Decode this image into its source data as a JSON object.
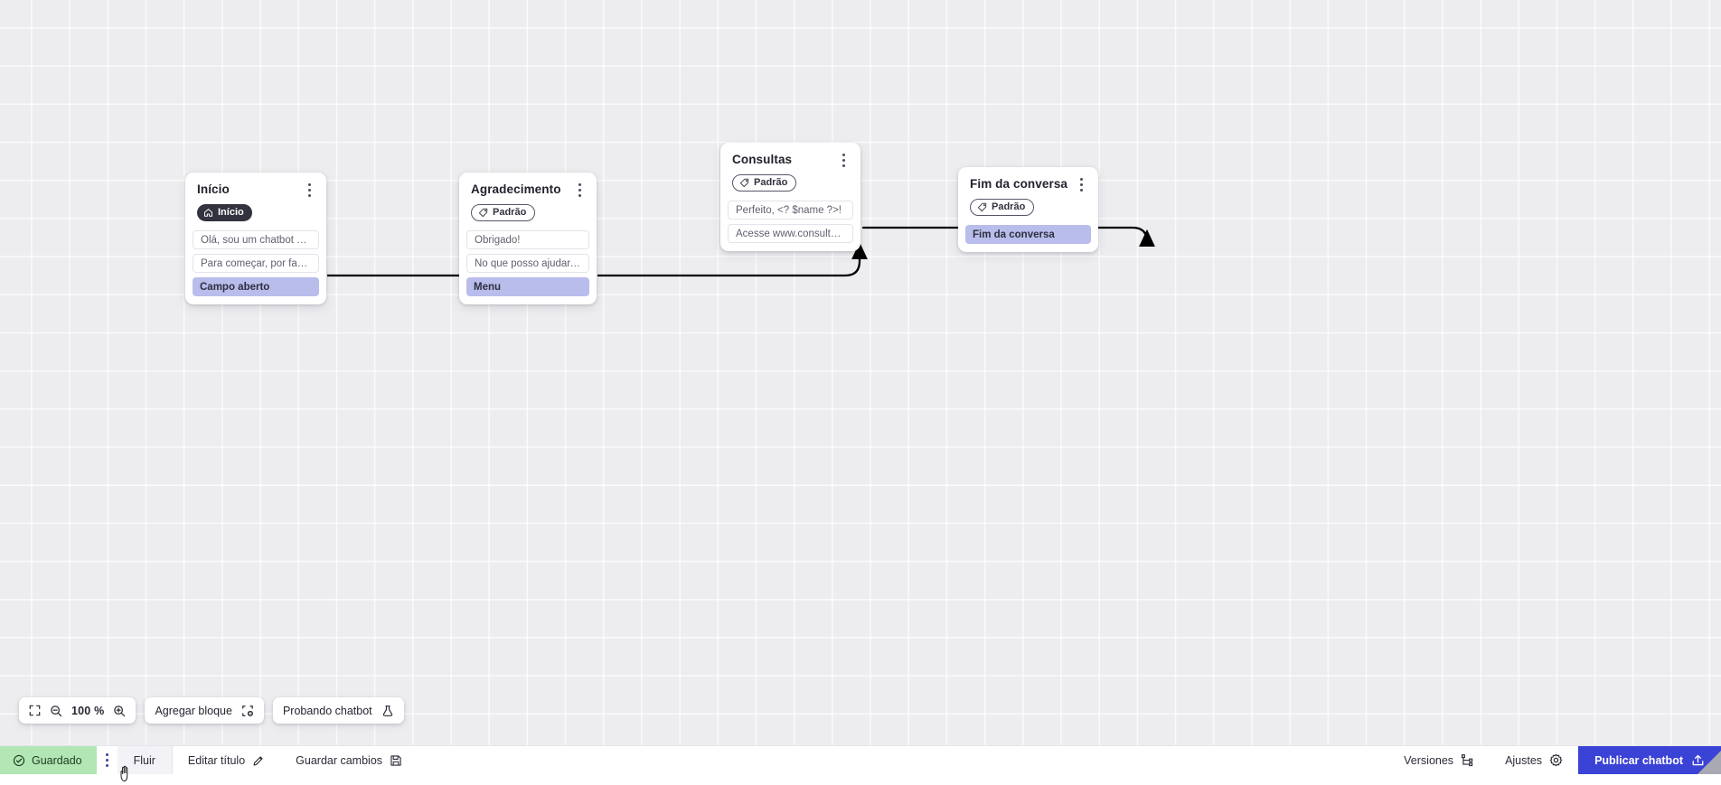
{
  "canvas": {
    "nodes": [
      {
        "id": "inicio",
        "title": "Início",
        "badge": {
          "label": "Início",
          "icon": "home-icon",
          "style": "dark"
        },
        "rows": [
          {
            "text": "Olá, sou um chatbot de teste!",
            "style": "message"
          },
          {
            "text": "Para começar, por favor digite o ...",
            "style": "message"
          },
          {
            "text": "Campo aberto",
            "style": "highlight"
          }
        ]
      },
      {
        "id": "agradecimento",
        "title": "Agradecimento",
        "badge": {
          "label": "Padrão",
          "icon": "tag-icon",
          "style": "outline"
        },
        "rows": [
          {
            "text": "Obrigado!",
            "style": "message"
          },
          {
            "text": "No que posso ajudar, <? $name ...",
            "style": "message"
          },
          {
            "text": "Menu",
            "style": "highlight"
          }
        ]
      },
      {
        "id": "consultas",
        "title": "Consultas",
        "badge": {
          "label": "Padrão",
          "icon": "tag-icon",
          "style": "outline"
        },
        "rows": [
          {
            "text": "Perfeito, <? $name ?>!",
            "style": "message"
          },
          {
            "text": "Acesse www.consultas.com par...",
            "style": "message"
          }
        ]
      },
      {
        "id": "fim",
        "title": "Fim da conversa",
        "badge": {
          "label": "Padrão",
          "icon": "tag-icon",
          "style": "outline"
        },
        "rows": [
          {
            "text": "Fim da conversa",
            "style": "highlight"
          }
        ]
      }
    ]
  },
  "toolbar": {
    "fit_icon": "fit-screen-icon",
    "zoom_out_icon": "zoom-out-icon",
    "zoom_level": "100 %",
    "zoom_in_icon": "zoom-in-icon",
    "add_block_label": "Agregar bloque",
    "add_block_icon": "add-block-icon",
    "test_chatbot_label": "Probando chatbot",
    "test_chatbot_icon": "flask-icon"
  },
  "statusbar": {
    "saved_label": "Guardado",
    "saved_icon": "check-circle-icon",
    "menu_icon": "kebab-menu-icon",
    "tab_flow_label": "Fluir",
    "edit_title_label": "Editar título",
    "edit_title_icon": "pencil-icon",
    "save_changes_label": "Guardar cambios",
    "save_changes_icon": "floppy-disk-icon",
    "versions_label": "Versiones",
    "versions_icon": "branch-icon",
    "settings_label": "Ajustes",
    "settings_icon": "gear-icon",
    "publish_label": "Publicar chatbot",
    "publish_icon": "upload-icon"
  },
  "colors": {
    "canvas_bg": "#ededf0",
    "highlight_row": "#b9bdeb",
    "saved_green": "#b2e6b4",
    "publish_blue": "#3b42d6",
    "badge_dark": "#32333f"
  }
}
